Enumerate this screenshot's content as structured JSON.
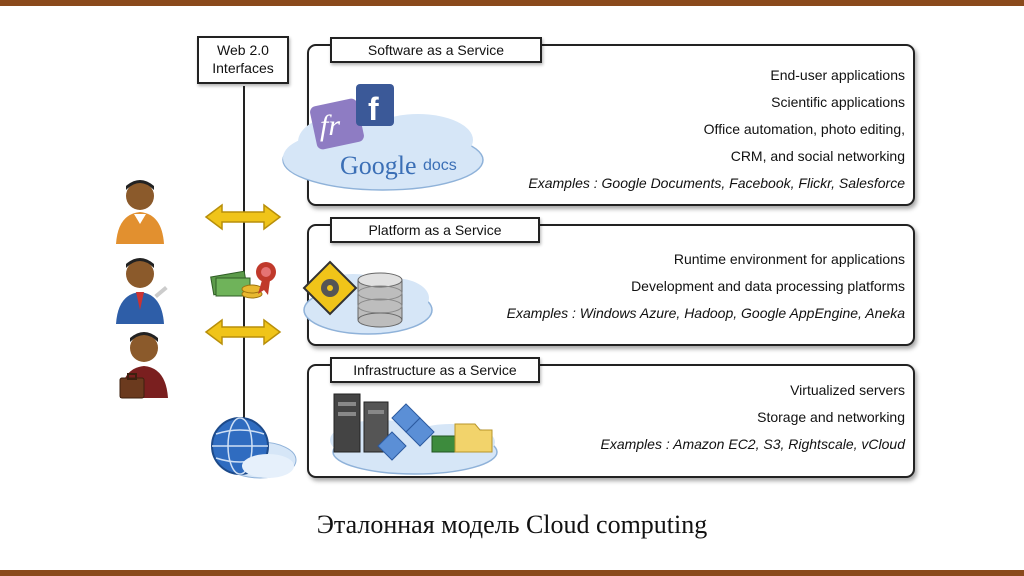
{
  "web_interfaces": {
    "line1": "Web 2.0",
    "line2": "Interfaces"
  },
  "saas": {
    "title": "Software as a Service",
    "lines": [
      "End-user applications",
      "Scientific applications",
      "Office automation, photo editing,",
      "CRM, and social networking"
    ],
    "examples": "Examples : Google Documents, Facebook, Flickr, Salesforce",
    "logo_text": {
      "google": "Google",
      "docs": "docs",
      "fr": "fr",
      "f": "f"
    }
  },
  "paas": {
    "title": "Platform as a Service",
    "lines": [
      "Runtime environment for applications",
      "Development and data processing platforms"
    ],
    "examples": "Examples :  Windows Azure, Hadoop,  Google AppEngine,  Aneka"
  },
  "iaas": {
    "title": "Infrastructure as a Service",
    "lines": [
      "Virtualized servers",
      "Storage and networking"
    ],
    "examples": "Examples :  Amazon EC2,  S3, Rightscale, vCloud"
  },
  "caption": "Эталонная модель Cloud computing",
  "icons": [
    "end-user-icon",
    "developer-icon",
    "business-user-icon",
    "bidirectional-arrow-icon",
    "money-certificate-icon",
    "globe-cloud-icon",
    "servers-network-icon",
    "gear-database-icon"
  ],
  "colors": {
    "frame_bar": "#8a4a1c",
    "arrow": "#f0c419",
    "cloud": "#d6e6f7"
  }
}
